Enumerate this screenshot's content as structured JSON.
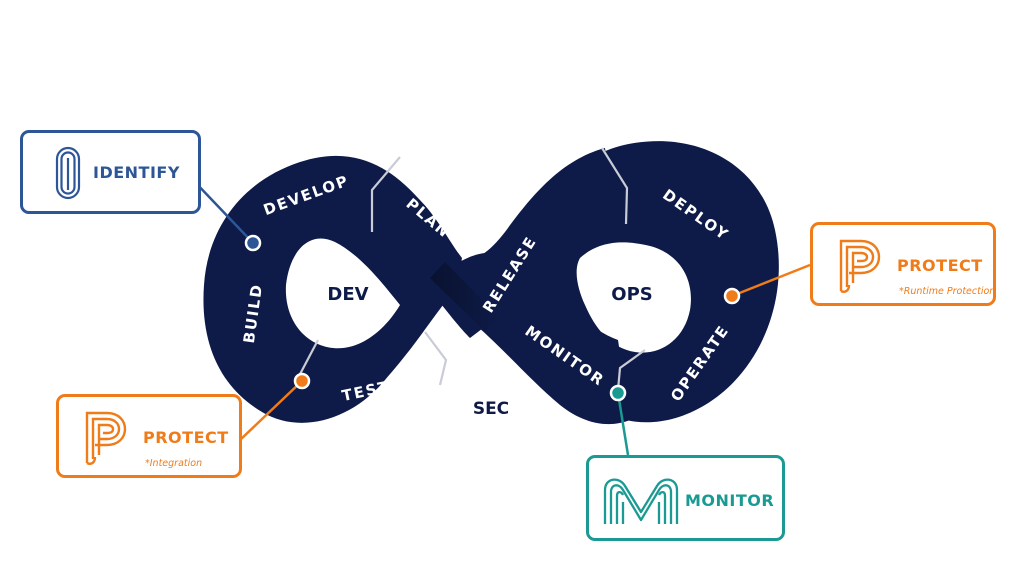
{
  "center": {
    "dev": "DEV",
    "ops": "OPS",
    "sec": "SEC"
  },
  "segments": {
    "develop": "DEVELOP",
    "plan": "PLAN",
    "build": "BUILD",
    "test": "TEST",
    "release": "RELEASE",
    "deploy": "DEPLOY",
    "monitor": "MONITOR",
    "operate": "OPERATE"
  },
  "callouts": {
    "identify": {
      "title": "IDENTIFY",
      "logo": "paperclip-icon"
    },
    "protect_runtime": {
      "title": "PROTECT",
      "note": "*Runtime Protection",
      "logo": "p-stripes-icon"
    },
    "protect_integration": {
      "title": "PROTECT",
      "note": "*Integration",
      "logo": "p-stripes-icon"
    },
    "monitor": {
      "title": "MONITOR",
      "logo": "m-stripes-icon"
    }
  },
  "colors": {
    "loop": "#0e1b48",
    "identify": "#2d5697",
    "protect": "#f07c19",
    "monitor": "#1a9a92",
    "divider": "#c9ccd6"
  }
}
